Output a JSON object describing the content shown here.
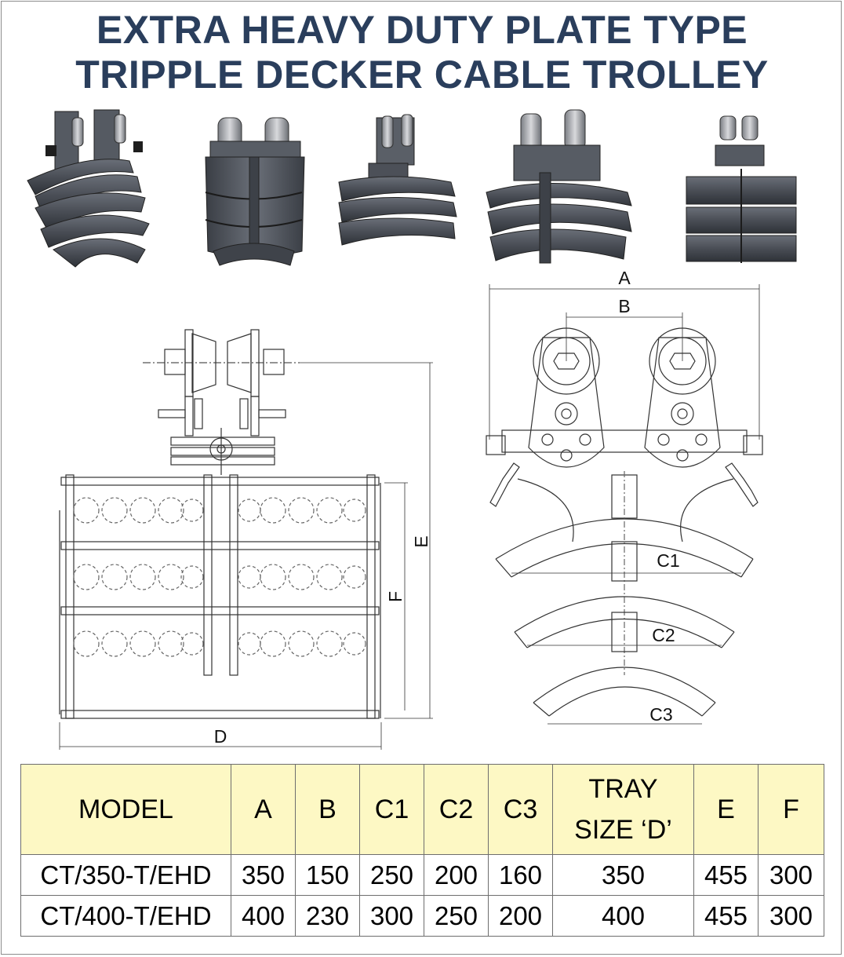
{
  "title": {
    "line1": "EXTRA HEAVY DUTY PLATE TYPE",
    "line2": "TRIPPLE DECKER CABLE TROLLEY"
  },
  "dimension_labels": {
    "a": "A",
    "b": "B",
    "c1": "C1",
    "c2": "C2",
    "c3": "C3",
    "d": "D",
    "e": "E",
    "f": "F"
  },
  "colors": {
    "title": "#2a3e5c",
    "header_bg": "#fdf8c4",
    "metal": "#4f535b",
    "border": "#6e6e6e"
  },
  "table": {
    "headers": [
      "MODEL",
      "A",
      "B",
      "C1",
      "C2",
      "C3",
      "TRAY SIZE ‘D’",
      "E",
      "F"
    ],
    "tray_header_line1": "TRAY",
    "tray_header_line2": "SIZE ‘D’",
    "rows": [
      [
        "CT/350-T/EHD",
        "350",
        "150",
        "250",
        "200",
        "160",
        "350",
        "455",
        "300"
      ],
      [
        "CT/400-T/EHD",
        "400",
        "230",
        "300",
        "250",
        "200",
        "400",
        "455",
        "300"
      ]
    ]
  }
}
